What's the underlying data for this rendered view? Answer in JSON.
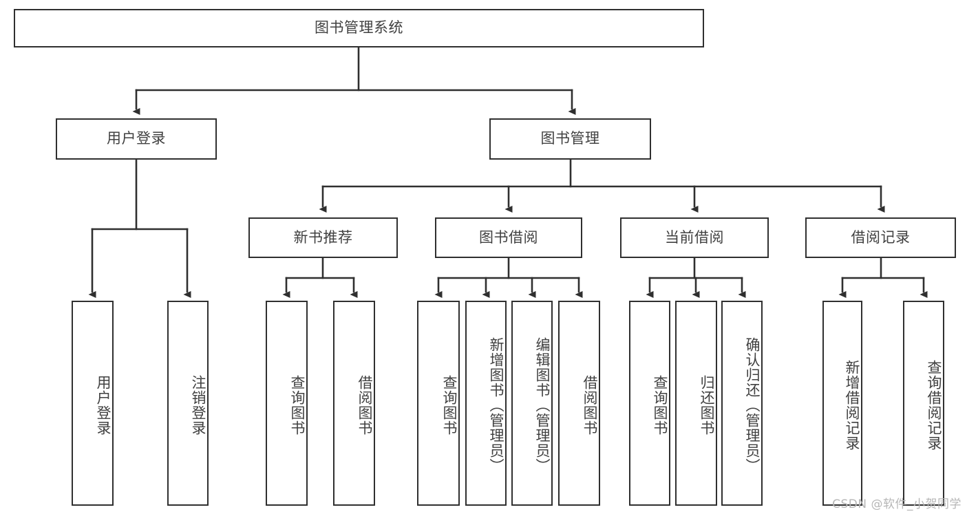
{
  "diagram": {
    "title": "图书管理系统",
    "type": "hierarchy-tree",
    "watermark": "CSDN @软件_小贺同学",
    "colors": {
      "background": "#ffffff",
      "box_border": "#2f2f2f",
      "box_fill": "#ffffff",
      "text": "#404040",
      "connector": "#2f2f2f",
      "watermark": "#b6b6b6"
    },
    "root": {
      "label": "图书管理系统"
    },
    "level2": [
      {
        "label": "用户登录"
      },
      {
        "label": "图书管理"
      }
    ],
    "level3": [
      {
        "label": "新书推荐"
      },
      {
        "label": "图书借阅"
      },
      {
        "label": "当前借阅"
      },
      {
        "label": "借阅记录"
      }
    ],
    "leaves": {
      "user_login": [
        {
          "label": "用户登录"
        },
        {
          "label": "注销登录"
        }
      ],
      "new_book_recommend": [
        {
          "label": "查询图书"
        },
        {
          "label": "借阅图书"
        }
      ],
      "book_borrow": [
        {
          "label": "查询图书"
        },
        {
          "label": "新增图书（管理员）"
        },
        {
          "label": "编辑图书（管理员）"
        },
        {
          "label": "借阅图书"
        }
      ],
      "current_borrow": [
        {
          "label": "查询图书"
        },
        {
          "label": "归还图书"
        },
        {
          "label": "确认归还（管理员）"
        }
      ],
      "borrow_record": [
        {
          "label": "新增借阅记录"
        },
        {
          "label": "查询借阅记录"
        }
      ]
    }
  }
}
